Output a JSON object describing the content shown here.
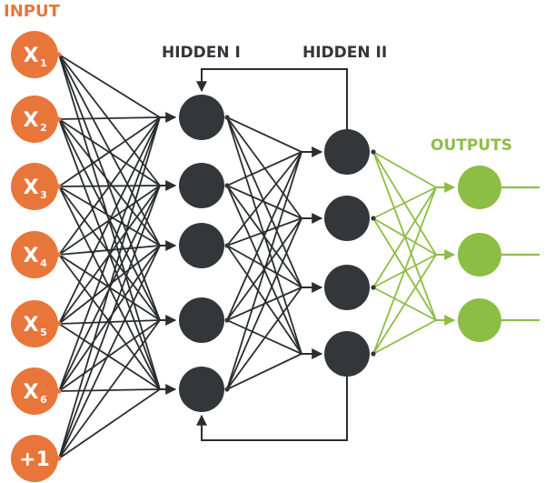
{
  "layer_labels": {
    "input": "INPUT",
    "hidden1": "HIDDEN I",
    "hidden2": "HIDDEN II",
    "outputs": "OUTPUTS"
  },
  "input_nodes": [
    {
      "base": "X",
      "sub": "1"
    },
    {
      "base": "X",
      "sub": "2"
    },
    {
      "base": "X",
      "sub": "3"
    },
    {
      "base": "X",
      "sub": "4"
    },
    {
      "base": "X",
      "sub": "5"
    },
    {
      "base": "X",
      "sub": "6"
    },
    {
      "base": "+1",
      "sub": ""
    }
  ],
  "hidden1_count": 5,
  "hidden2_count": 4,
  "output_count": 3,
  "colors": {
    "input": "#E8763A",
    "hidden": "#33373A",
    "output": "#8CBE45",
    "connection_dark": "#2B2E31",
    "connection_green": "#8CBE45",
    "feedback": "#2B2E31"
  }
}
